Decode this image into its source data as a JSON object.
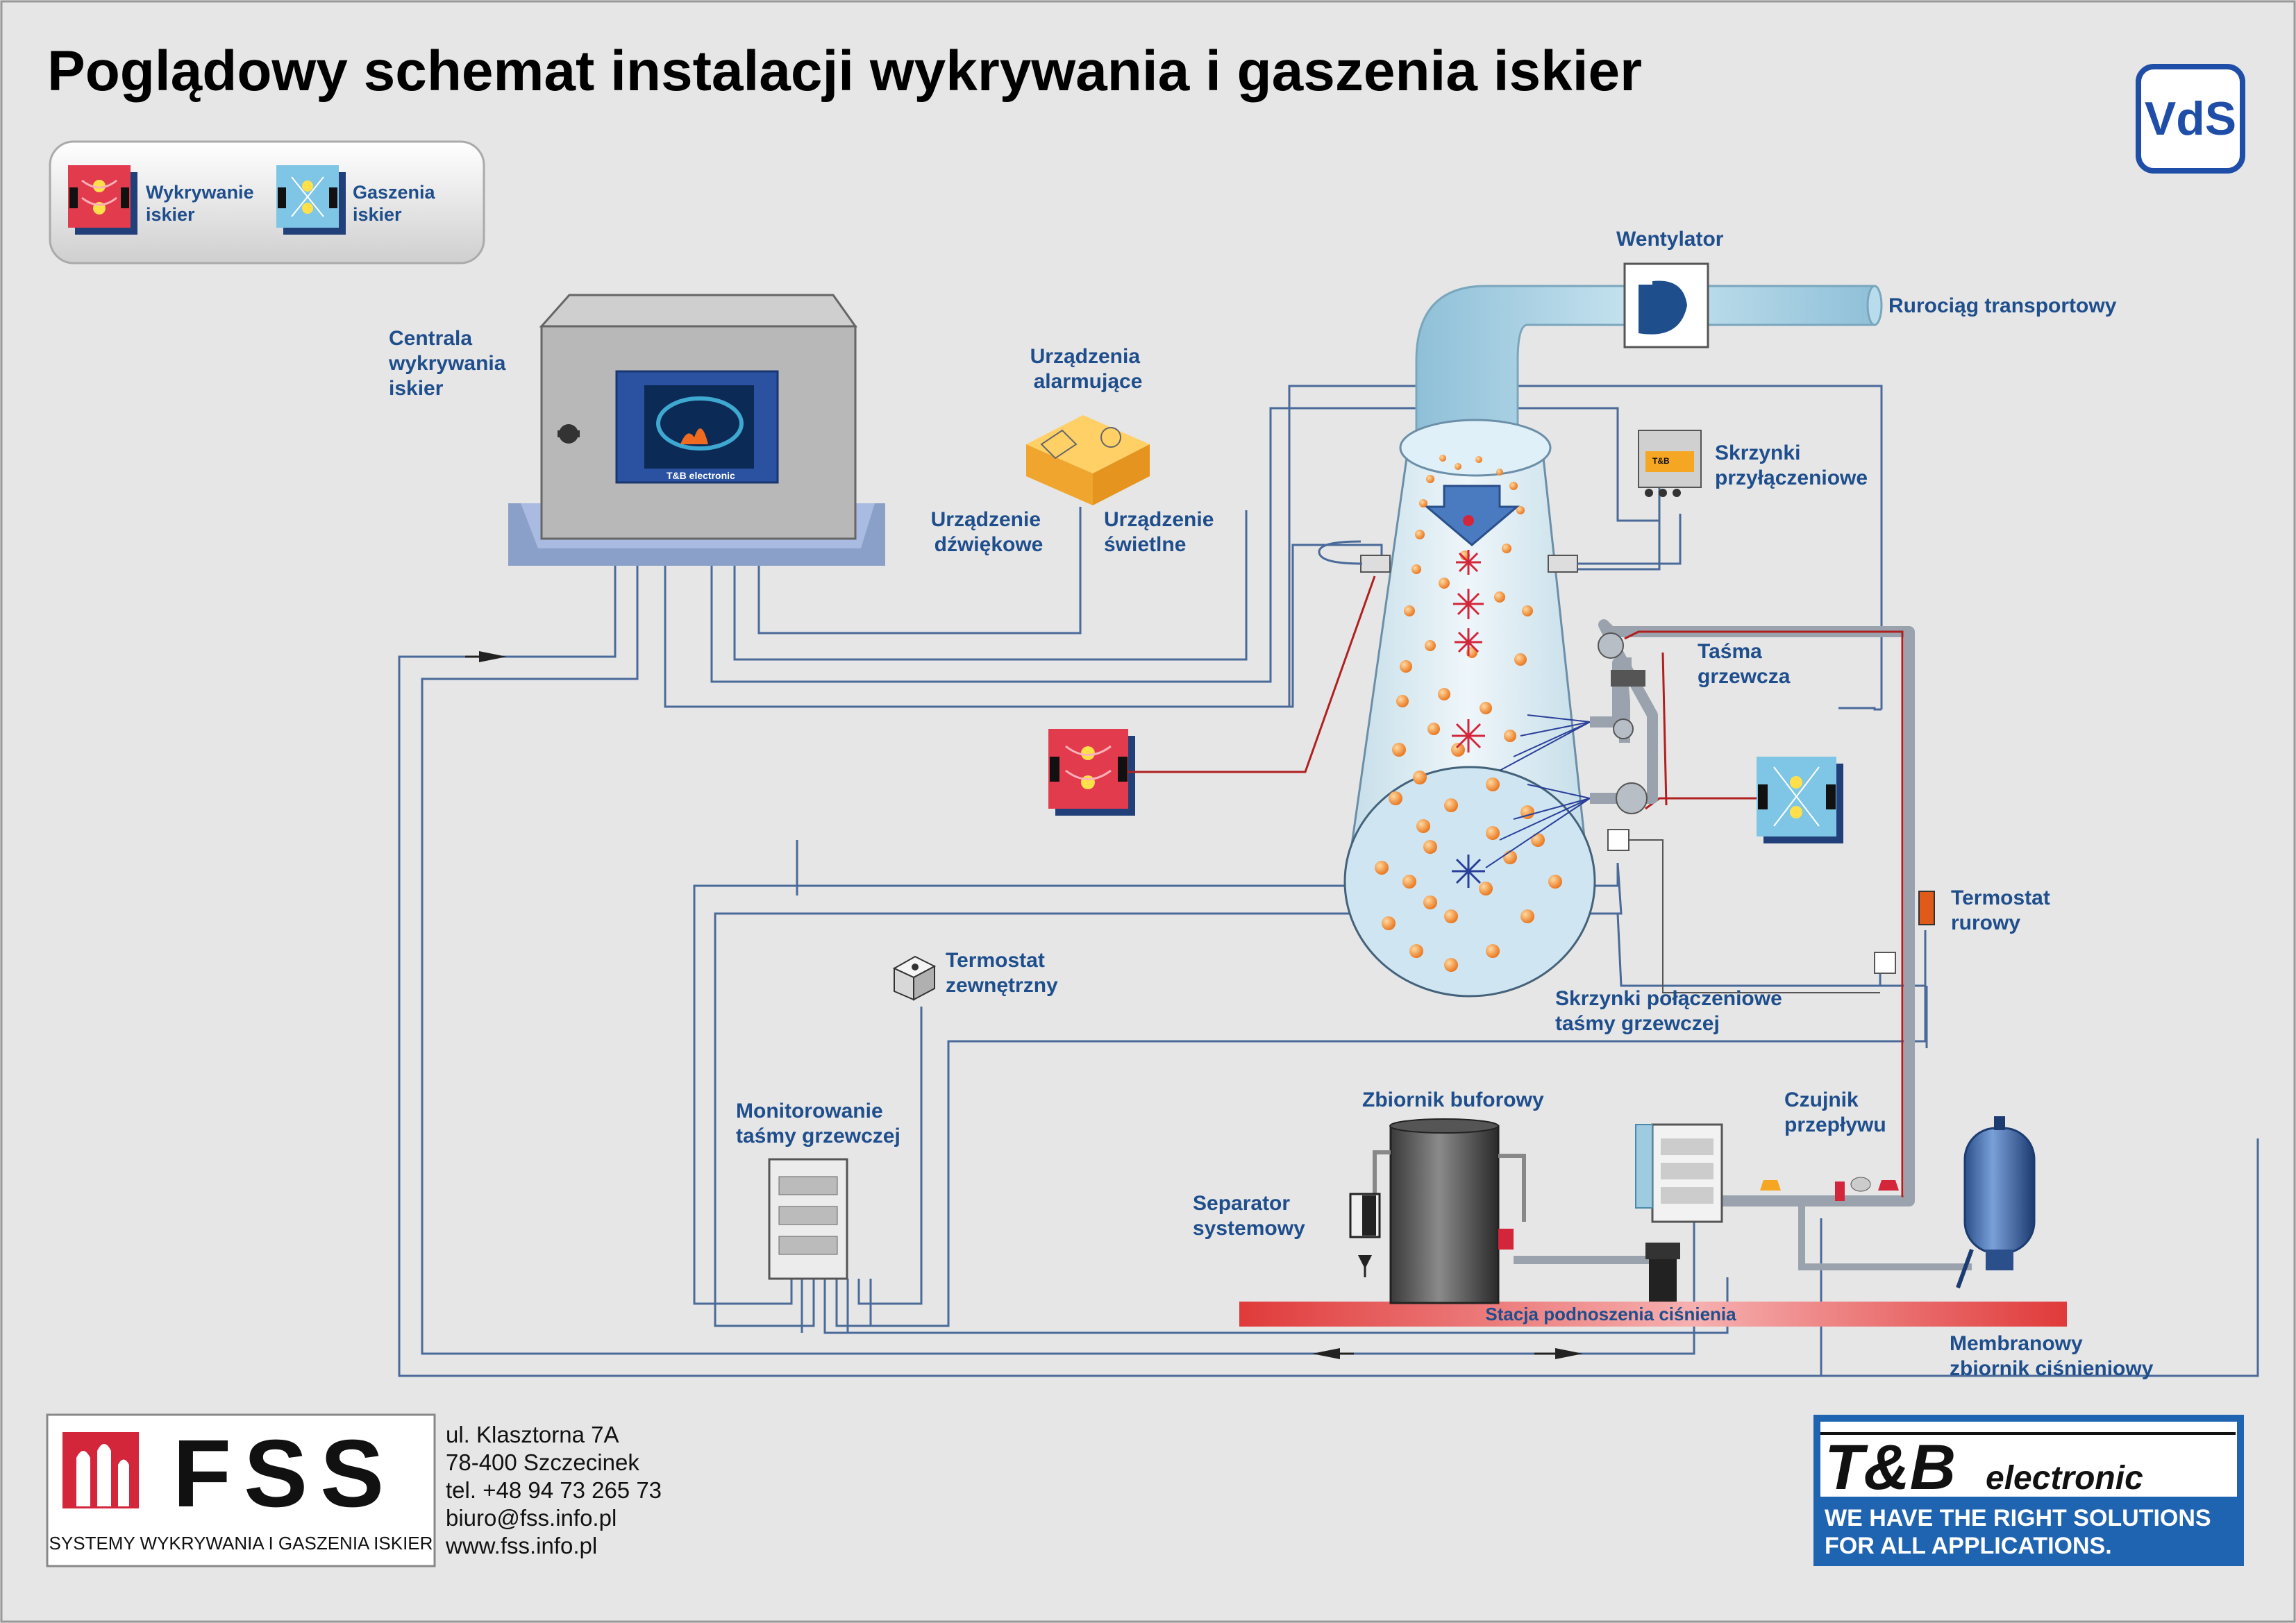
{
  "title": "Poglądowy schemat instalacji wykrywania i gaszenia iskier",
  "badge": "VdS",
  "legend": {
    "detection": [
      "Wykrywanie",
      "iskier"
    ],
    "extinguishing": [
      "Gaszenia",
      "iskier"
    ]
  },
  "labels": {
    "central": [
      "Centrala",
      "wykrywania",
      "iskier"
    ],
    "alarm_devices": [
      "Urządzenia",
      "alarmujące"
    ],
    "sound_device": [
      "Urządzenie",
      "dźwiękowe"
    ],
    "light_device": [
      "Urządzenie",
      "świetlne"
    ],
    "fan": "Wentylator",
    "pipeline": "Rurociąg transportowy",
    "connection_boxes": [
      "Skrzynki",
      "przyłączeniowe"
    ],
    "heating_tape": [
      "Taśma",
      "grzewcza"
    ],
    "pipe_thermostat": [
      "Termostat",
      "rurowy"
    ],
    "tape_junction_boxes": [
      "Skrzynki połączeniowe",
      "taśmy grzewczej"
    ],
    "outdoor_thermostat": [
      "Termostat",
      "zewnętrzny"
    ],
    "tape_monitoring": [
      "Monitorowanie",
      "taśmy grzewczej"
    ],
    "buffer_tank": "Zbiornik buforowy",
    "separator": [
      "Separator",
      "systemowy"
    ],
    "flow_sensor": [
      "Czujnik",
      "przepływu"
    ],
    "pressure_station": "Stacja podnoszenia ciśnienia",
    "membrane_tank": [
      "Membranowy",
      "zbiornik ciśnieniowy"
    ]
  },
  "fss": {
    "logo_text": "FSS",
    "tagline": "SYSTEMY WYKRYWANIA I GASZENIA ISKIER",
    "address": [
      "ul. Klasztorna 7A",
      "78-400 Szczecinek",
      "tel. +48 94 73 265 73",
      "biuro@fss.info.pl",
      "www.fss.info.pl"
    ]
  },
  "tb": {
    "logo": "T&B",
    "logo_sub": "electronic",
    "slogan": [
      "WE HAVE THE RIGHT SOLUTIONS",
      "FOR ALL APPLICATIONS."
    ]
  },
  "device_text": {
    "screen_brand": "T&B electronic",
    "box_brand": "T&B"
  },
  "colors": {
    "label_blue": "#1f4e8c",
    "detector_red": "#e23b4e",
    "extinguisher_blue": "#7fc6e6",
    "pipe_blue": "#9fcbe0",
    "spark_orange": "#f08a2a",
    "station_red": "#e84b4b"
  }
}
